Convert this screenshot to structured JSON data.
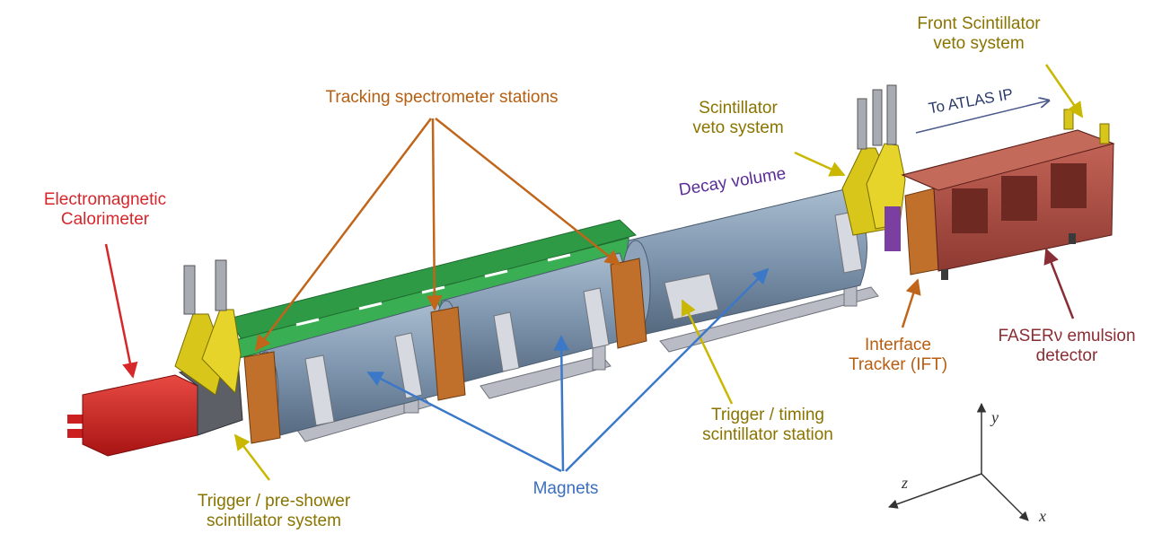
{
  "colors": {
    "red_label": "#d6262b",
    "orange_label": "#b75e10",
    "yellow_label": "#8a7400",
    "blue_label": "#3a6fc0",
    "purple_label": "#5b2c98",
    "maroon_label": "#8a2e35",
    "navy_label": "#2a3a6a",
    "arrow_red": "#d62828",
    "arrow_orange": "#c0651a",
    "arrow_yellow": "#c9b700",
    "arrow_blue": "#3c78c8",
    "arrow_maroon": "#8a2e35",
    "magnet": "#7f97b2",
    "green_frame": "#2f9a45",
    "calorimeter": "#cc1f1f",
    "scintillator": "#d9c61a",
    "tracker": "#c0702a",
    "emulsion": "#b8554a"
  },
  "labels": {
    "calorimeter": [
      "Electromagnetic",
      "Calorimeter"
    ],
    "tracking": [
      "Tracking spectrometer stations"
    ],
    "decay": [
      "Decay volume"
    ],
    "scint_veto": [
      "Scintillator",
      "veto system"
    ],
    "front_scint": [
      "Front Scintillator",
      "veto system"
    ],
    "atlas": [
      "To ATLAS IP"
    ],
    "interface": [
      "Interface",
      "Tracker (IFT)"
    ],
    "faser": [
      "FASERν emulsion",
      "detector"
    ],
    "trigger_timing": [
      "Trigger / timing",
      "scintillator station"
    ],
    "magnets": [
      "Magnets"
    ],
    "preshower": [
      "Trigger / pre-shower",
      "scintillator system"
    ]
  },
  "axes": {
    "x": "x",
    "y": "y",
    "z": "z"
  }
}
